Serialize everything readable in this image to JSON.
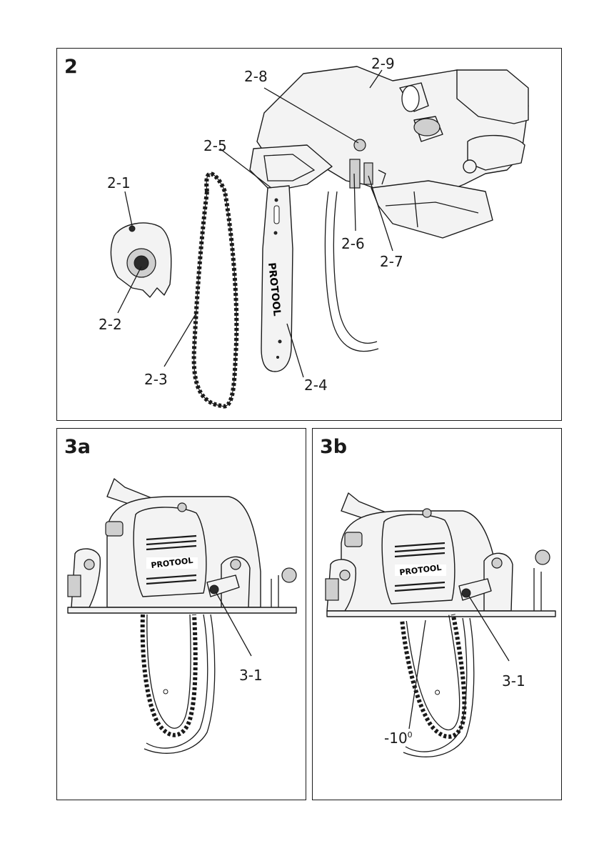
{
  "figures": {
    "fig2": {
      "number": "2",
      "callouts": [
        "2-1",
        "2-2",
        "2-3",
        "2-4",
        "2-5",
        "2-6",
        "2-7",
        "2-8",
        "2-9"
      ],
      "bar_brand": "PROTOOL"
    },
    "fig3a": {
      "number": "3a",
      "callouts": [
        "3-1"
      ],
      "motor_brand": "PROTOOL"
    },
    "fig3b": {
      "number": "3b",
      "callouts": [
        "3-1"
      ],
      "motor_brand": "PROTOOL",
      "angle_value": "-10",
      "angle_unit": "0"
    }
  }
}
